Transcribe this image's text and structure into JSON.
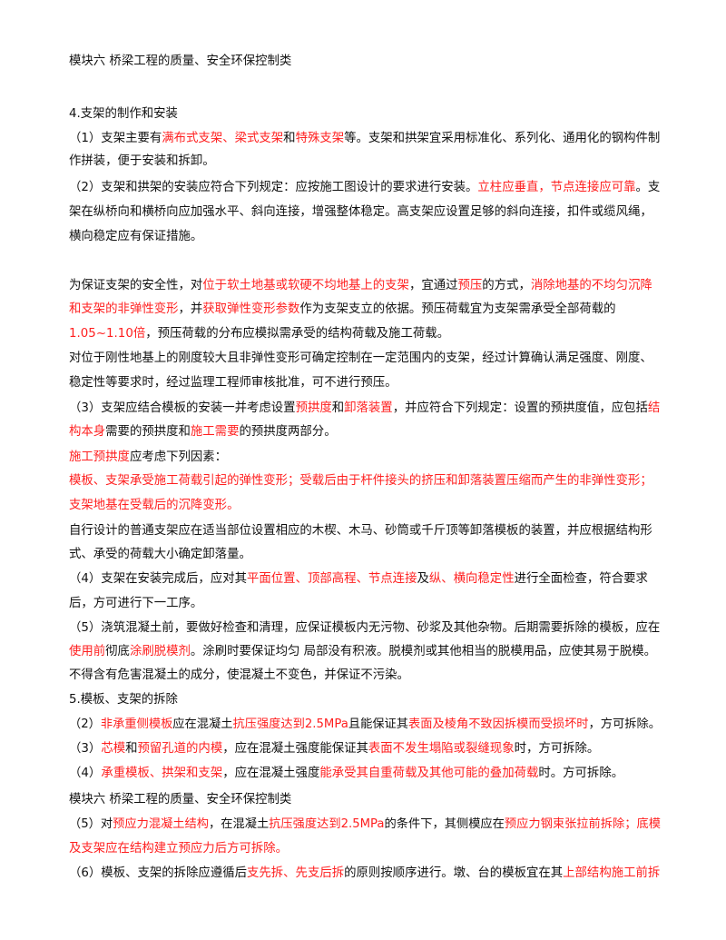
{
  "colors": {
    "text": "#111111",
    "highlight": "#ff1f1f"
  },
  "lines": [
    {
      "segs": [
        {
          "t": "模块六   桥梁工程的质量、安全环保控制类"
        }
      ]
    },
    {
      "segs": [
        {
          "t": "4.支架的制作和安装"
        }
      ]
    },
    {
      "segs": [
        {
          "t": "（1）支架主要有"
        },
        {
          "t": "满布式支架、梁式支架",
          "r": 1
        },
        {
          "t": "和"
        },
        {
          "t": "特殊支架",
          "r": 1
        },
        {
          "t": "等。支架和拱架宜采用标准化、系列化、通用化的钢构件制"
        }
      ]
    },
    {
      "segs": [
        {
          "t": "作拼装，便于安装和拆卸。"
        }
      ]
    },
    {
      "segs": [
        {
          "t": "（2）支架和拱架的安装应符合下列规定：应按施工图设计的要求进行安装。"
        },
        {
          "t": "立柱应垂直，节点连接应可靠",
          "r": 1
        },
        {
          "t": "。支"
        }
      ]
    },
    {
      "segs": [
        {
          "t": "架在纵桥向和横桥向应加强水平、斜向连接，增强整体稳定。高支架应设置足够的斜向连接，扣件或缆风绳，"
        }
      ]
    },
    {
      "segs": [
        {
          "t": "横向稳定应有保证措施。"
        }
      ]
    },
    {
      "segs": [
        {
          "t": "为保证支架的安全性，对"
        },
        {
          "t": "位于软土地基或软硬不均地基上的支架",
          "r": 1
        },
        {
          "t": "，宜通过"
        },
        {
          "t": "预压",
          "r": 1
        },
        {
          "t": "的方式，"
        },
        {
          "t": "消除地基的不均匀沉降",
          "r": 1
        }
      ]
    },
    {
      "segs": [
        {
          "t": "和支架的非弹性变形",
          "r": 1
        },
        {
          "t": "，并"
        },
        {
          "t": "获取弹性变形参数",
          "r": 1
        },
        {
          "t": "作为支架支立的依据。预压荷载宜为支架需承受全部荷载的"
        }
      ]
    },
    {
      "segs": [
        {
          "t": "1.05~1.10倍",
          "r": 1
        },
        {
          "t": "，预压荷载的分布应模拟需承受的结构荷载及施工荷载。"
        }
      ]
    },
    {
      "segs": [
        {
          "t": "对位于刚性地基上的刚度较大且非弹性变形可确定控制在一定范围内的支架，经过计算确认满足强度、刚度、"
        }
      ]
    },
    {
      "segs": [
        {
          "t": "稳定性等要求时，经过监理工程师审核批准，可不进行预压。"
        }
      ]
    },
    {
      "segs": [
        {
          "t": "（3）支架应结合模板的安装一并考虑设置"
        },
        {
          "t": "预拱度",
          "r": 1
        },
        {
          "t": "和"
        },
        {
          "t": "卸落装置",
          "r": 1
        },
        {
          "t": "，并应符合下列规定：设置的预拱度值，应包括"
        },
        {
          "t": "结",
          "r": 1
        }
      ]
    },
    {
      "segs": [
        {
          "t": "构本身",
          "r": 1
        },
        {
          "t": "需要的预拱度和"
        },
        {
          "t": "施工需要",
          "r": 1
        },
        {
          "t": "的预拱度两部分。"
        }
      ]
    },
    {
      "segs": [
        {
          "t": "施工预拱度",
          "r": 1
        },
        {
          "t": "应考虑下列因素："
        }
      ]
    },
    {
      "segs": [
        {
          "t": "模板、支架承受施工荷载引起的弹性变形；受载后由于杆件接头的挤压和卸落装置压缩而产生的非弹性变形；",
          "r": 1
        }
      ]
    },
    {
      "segs": [
        {
          "t": "支架地基在受载后的沉降变形。",
          "r": 1
        }
      ]
    },
    {
      "segs": [
        {
          "t": "自行设计的普通支架应在适当部位设置相应的木楔、木马、砂筒或千斤顶等卸落模板的装置，并应根据结构形"
        }
      ]
    },
    {
      "segs": [
        {
          "t": "式、承受的荷载大小确定卸落量。"
        }
      ]
    },
    {
      "segs": [
        {
          "t": "（4）支架在安装完成后，应对其"
        },
        {
          "t": "平面位置、顶部高程、节点连接",
          "r": 1
        },
        {
          "t": "及"
        },
        {
          "t": "纵、横向稳定性",
          "r": 1
        },
        {
          "t": "进行全面检查，符合要求"
        }
      ]
    },
    {
      "segs": [
        {
          "t": "后，方可进行下一工序。"
        }
      ]
    },
    {
      "segs": [
        {
          "t": "（5）浇筑混凝土前，要做好检查和清理，应保证模板内无污物、砂浆及其他杂物。后期需要拆除的模板，应在"
        }
      ]
    },
    {
      "segs": [
        {
          "t": "使用前",
          "r": 1
        },
        {
          "t": "彻底"
        },
        {
          "t": "涂刷脱模剂",
          "r": 1
        },
        {
          "t": "。涂刷时要保证均匀 局部没有积液。脱模剂或其他相当的脱模用品，应使其易于脱模。"
        }
      ]
    },
    {
      "segs": [
        {
          "t": "不得含有危害混凝土的成分，使混凝土不变色，并保证不污染。"
        }
      ]
    },
    {
      "segs": [
        {
          "t": "5.模板、支架的拆除"
        }
      ]
    },
    {
      "segs": [
        {
          "t": "（2）"
        },
        {
          "t": "非承重侧模板",
          "r": 1
        },
        {
          "t": "应在混凝土"
        },
        {
          "t": "抗压强度达到2.5MPa",
          "r": 1
        },
        {
          "t": "且能保证其"
        },
        {
          "t": "表面及棱角不致因拆模而受损坏时",
          "r": 1
        },
        {
          "t": "，方可拆除。"
        }
      ]
    },
    {
      "segs": [
        {
          "t": "（3）"
        },
        {
          "t": "芯模",
          "r": 1
        },
        {
          "t": "和"
        },
        {
          "t": "预留孔道的内模",
          "r": 1
        },
        {
          "t": "，应在混凝土强度能保证其"
        },
        {
          "t": "表面不发生塌陷或裂缝现象",
          "r": 1
        },
        {
          "t": "时，方可拆除。"
        }
      ]
    },
    {
      "segs": [
        {
          "t": "（4）"
        },
        {
          "t": "承重模板、拱架和支架",
          "r": 1
        },
        {
          "t": "，应在混凝土强度"
        },
        {
          "t": "能承受其自重荷载及其他可能的叠加荷载",
          "r": 1
        },
        {
          "t": "时。方可拆除。"
        }
      ]
    },
    {
      "segs": [
        {
          "t": "模块六   桥梁工程的质量、安全环保控制类"
        }
      ]
    },
    {
      "segs": [
        {
          "t": "（5）对"
        },
        {
          "t": "预应力混凝土结构",
          "r": 1
        },
        {
          "t": "，在混凝土"
        },
        {
          "t": "抗压强度达到",
          "r": 1
        },
        {
          "t": "2.5MPa",
          "r": 1
        },
        {
          "t": "的条件下，其侧模应在"
        },
        {
          "t": "预应力钢束张拉前拆除；底模",
          "r": 1
        }
      ]
    },
    {
      "segs": [
        {
          "t": "及支架应在结构建立预应力后方可拆除。",
          "r": 1
        }
      ]
    },
    {
      "segs": [
        {
          "t": "（6）模板、支架的拆除应遵循后"
        },
        {
          "t": "支先拆、先支后拆",
          "r": 1
        },
        {
          "t": "的原则按顺序进行。墩、台的模板宜在其"
        },
        {
          "t": "上部结构施工前拆",
          "r": 1
        }
      ]
    }
  ]
}
